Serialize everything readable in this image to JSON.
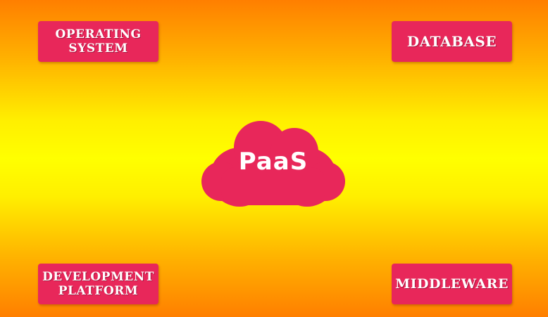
{
  "diagram": {
    "center_label": "PaaS",
    "nodes": [
      {
        "id": "os",
        "label": "OPERATING\nSYSTEM"
      },
      {
        "id": "db",
        "label": "DATABASE"
      },
      {
        "id": "dev",
        "label": "DEVELOPMENT\nPLATFORM"
      },
      {
        "id": "mw",
        "label": "MIDDLEWARE"
      }
    ]
  },
  "colors": {
    "box_fill": "#e8275a",
    "cloud_fill": "#e8275a",
    "text": "#ffffff",
    "background_edge": "#ff7f00",
    "background_center": "#ffff00"
  }
}
